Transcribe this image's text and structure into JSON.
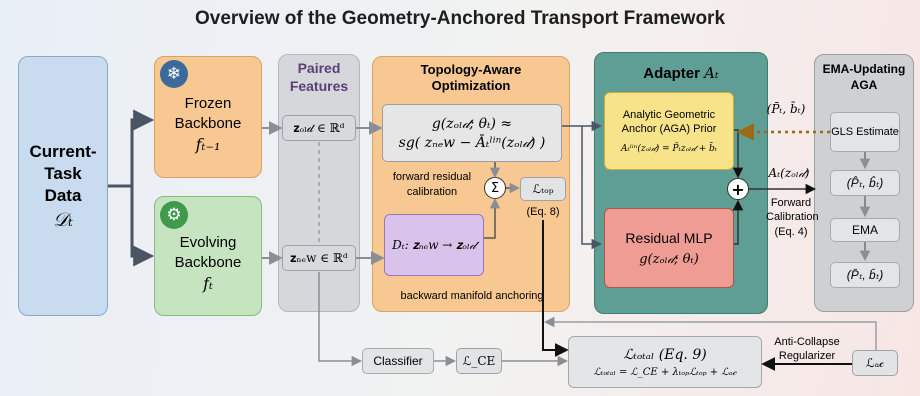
{
  "title": "Overview of the Geometry-Anchored Transport Framework",
  "current_task": {
    "label": "Current-Task Data",
    "math": "𝒟ₜ"
  },
  "frozen": {
    "label": "Frozen Backbone",
    "math": "fₜ₋₁",
    "icon": "snowflake-icon"
  },
  "evolving": {
    "label": "Evolving Backbone",
    "math": "fₜ",
    "icon": "gear-icon"
  },
  "paired": {
    "title": "Paired Features",
    "z_old": "𝐳ₒₗ𝒹 ∈ ℝᵈ",
    "z_new": "𝐳ₙₑw ∈ ℝᵈ"
  },
  "topology": {
    "title": "Topology-Aware Optimization",
    "eq_line1": "g(zₒₗ𝒹; θₜ) ≈",
    "eq_line2": "sg( zₙₑw − Āₜˡⁱⁿ(zₒₗ𝒹) )",
    "fwd_label": "forward residual calibration",
    "sum_symbol": "Σ",
    "dt_map": "Dₜ: 𝐳ₙₑw → 𝐳ₒₗ𝒹",
    "back_label": "backward manifold anchoring",
    "ltop": "ℒₜₒₚ",
    "ltop_eq": "(Eq. 8)"
  },
  "adapter": {
    "title": "Adapter",
    "title_math": "Aₜ",
    "aga_title": "Analytic Geometric Anchor (AGA) Prior",
    "aga_eq": "Aₜˡⁱⁿ(zₒₗ𝒹) = P̄ₜzₒₗ𝒹 + b̄ₜ",
    "mlp_title": "Residual MLP",
    "mlp_eq": "g(zₒₗ𝒹; θₜ)",
    "plus_symbol": "+"
  },
  "output": {
    "at_label": "Aₜ(zₒₗ𝒹)",
    "fwd_cal": "Forward Calibration (Eq. 4)",
    "pb_label": "(P̄ₜ, b̄ₜ)"
  },
  "ema_panel": {
    "title": "EMA-Updating AGA",
    "gls": "GLS Estimate",
    "hat": "(P̂ₜ, b̂ₜ)",
    "ema": "EMA",
    "bar": "(P̄ₜ, b̄ₜ)"
  },
  "bottom": {
    "classifier": "Classifier",
    "lce": "ℒ_CE",
    "total_title": "ℒₜₒₜₐₗ (Eq. 9)",
    "total_eq": "ℒₜₒₜₐₗ = ℒ_CE + λₜₒₚℒₜₒₚ + ℒₐ𝒸",
    "anti_collapse": "Anti-Collapse Regularizer",
    "lac": "ℒₐ𝒸"
  },
  "colors": {
    "blue_panel": "#c9dcef",
    "orange_panel": "#f8c892",
    "green_panel": "#c6e4c0",
    "teal_panel": "#5f9e94",
    "gray_panel": "#d0d1d3",
    "aga_box": "#f7e38a",
    "mlp_box": "#ef9c95",
    "purple_box": "#d9c3ea"
  }
}
